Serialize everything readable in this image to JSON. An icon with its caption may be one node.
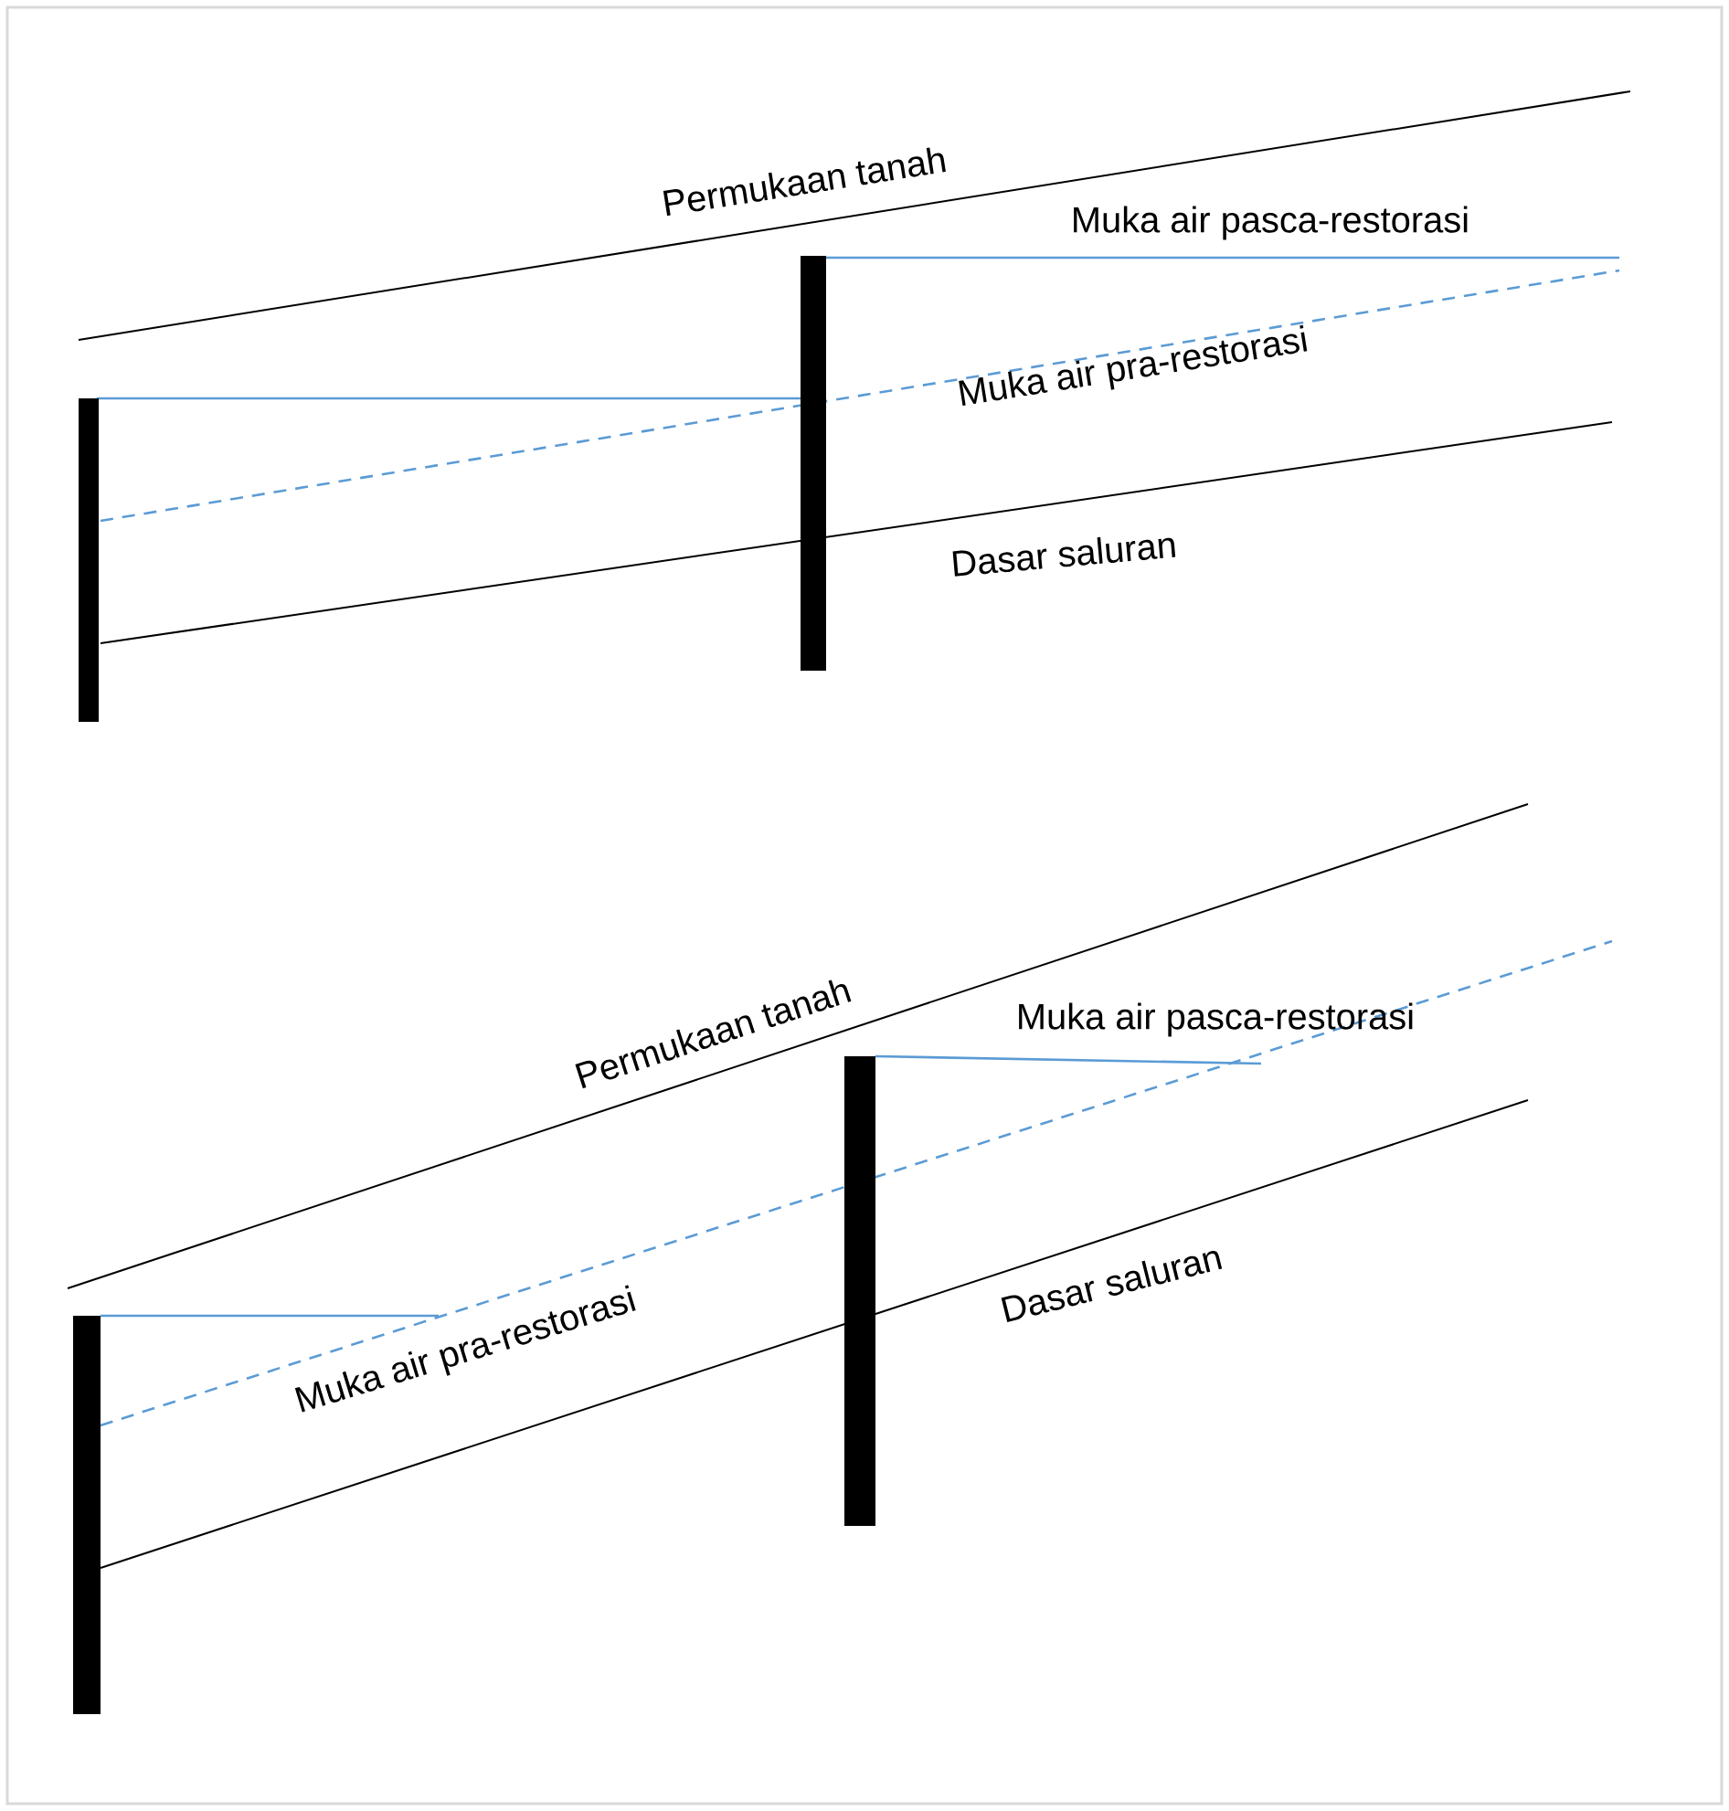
{
  "diagram": {
    "labels": [
      "Permukaan tanah",
      "Muka air pasca-restorasi",
      "Muka air pra-restorasi",
      "Dasar saluran",
      "Permukaan tanah",
      "Muka air pasca-restorasi",
      "Muka air pra-restorasi",
      "Dasar saluran"
    ]
  }
}
